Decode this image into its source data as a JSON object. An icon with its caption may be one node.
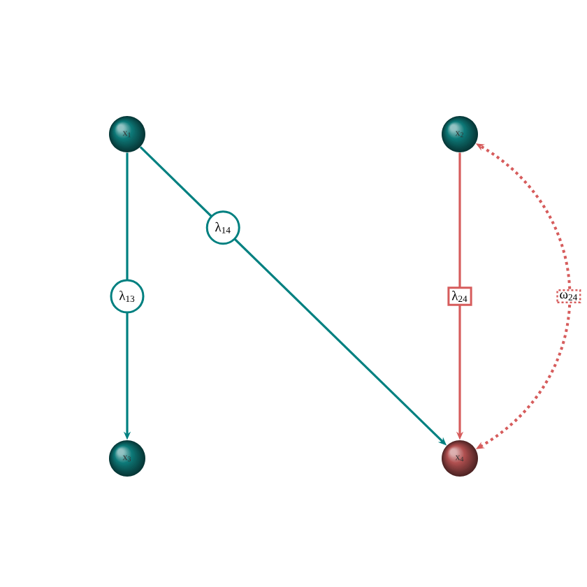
{
  "diagram": {
    "nodes": [
      {
        "text": [
          "x$_{1}$"
        ]
      },
      {
        "text": [
          "x$_{2}$"
        ]
      },
      {
        "text": [
          "x$_{3}$"
        ]
      },
      {
        "text": [
          "x$_{4}$"
        ]
      }
    ],
    "edges": [
      {
        "from": 0,
        "to": 2,
        "arrow": "to",
        "label": "λ$_{13}$",
        "color": "#008080"
      },
      {
        "from": 0,
        "to": 3,
        "arrow": "to",
        "label": "λ$_{14}$",
        "color": "#008080"
      },
      {
        "from": 1,
        "to": 3,
        "arrow": "to",
        "label": "λ$_{24}$",
        "color": "#d65c5c"
      },
      {
        "from": 3,
        "to": 1,
        "arrow": "both",
        "label": "ω$_{24}$",
        "style": "dashed",
        "color": "#d65c5c"
      }
    ]
  }
}
